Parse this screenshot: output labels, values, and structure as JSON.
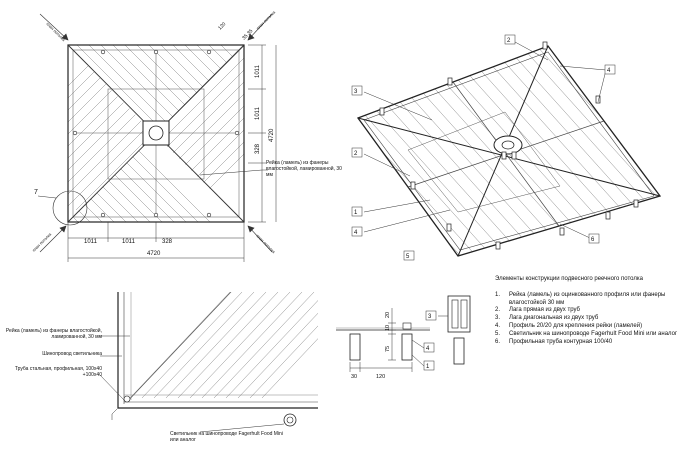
{
  "plan": {
    "dims": {
      "d1011a": "1011",
      "d1011b": "1011",
      "d328": "328",
      "d4720": "4720",
      "d120": "120",
      "d3535": "35 35"
    },
    "callout_note": "Рейка (ламель) из фанеры влагостойкой, ламированной, 30 мм",
    "circle_label": "7",
    "view_arrow": "план потолка"
  },
  "iso": {
    "labels": [
      "2",
      "3",
      "4",
      "2",
      "1",
      "4",
      "5",
      "6"
    ]
  },
  "detail_left": {
    "note1": "Рейка (ламель) из фанеры влагостойкой, ламированной, 30 мм",
    "note2": "Шинопровод светильника",
    "note3": "Труба стальная, профильная, 100х40 +100х40",
    "note4": "Светильник на шинопроводе Fagerhult Food Mini или аналог"
  },
  "detail_right": {
    "dims": [
      "20",
      "10",
      "75",
      "30",
      "120"
    ],
    "labels": [
      "3",
      "4",
      "1"
    ]
  },
  "legend": {
    "title": "Элементы конструкции подвесного реечного потолка",
    "items": [
      {
        "n": "1.",
        "text": "Рейка (ламель) из оцинкованного профиля или фанеры влагостойкой 30 мм"
      },
      {
        "n": "2.",
        "text": "Лага прямая из двух труб"
      },
      {
        "n": "3.",
        "text": "Лага диагональная из двух труб"
      },
      {
        "n": "4.",
        "text": "Профиль 20/20 для крепления рейки (ламелей)"
      },
      {
        "n": "5.",
        "text": "Светильник на шинопроводе Fagerhult Food Mini или аналог"
      },
      {
        "n": "6.",
        "text": "Профильная труба контурная 100/40"
      }
    ]
  }
}
